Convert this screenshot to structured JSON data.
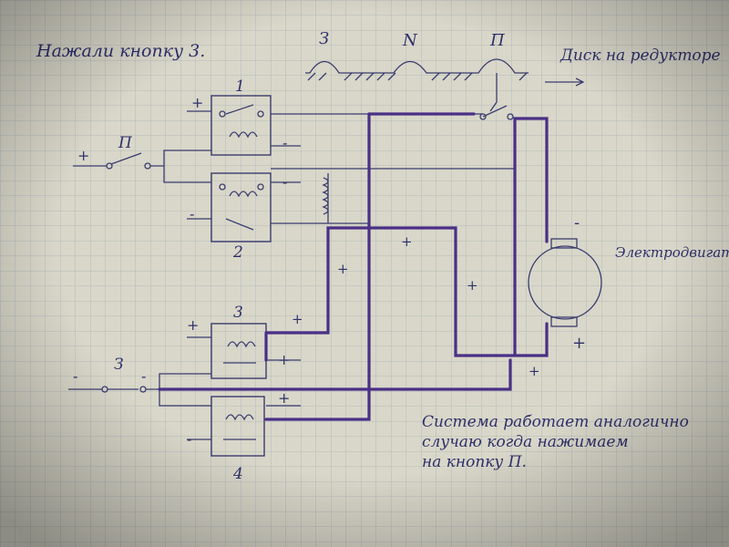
{
  "title_note": "Нажали кнопку 3.",
  "disk": {
    "labels": [
      "З",
      "N",
      "П"
    ],
    "caption": "Диск на редукторе"
  },
  "relays": [
    {
      "label": "1",
      "plus": "+",
      "minus": "-"
    },
    {
      "label": "2",
      "plus": "-",
      "minus": "-"
    },
    {
      "label": "3",
      "plus": "+",
      "minus": "+"
    },
    {
      "label": "4",
      "plus": "-",
      "minus": "+"
    }
  ],
  "button_p": {
    "label": "П",
    "sign": "+"
  },
  "button_z": {
    "label": "З",
    "sign_left": "-",
    "sign_right": "-"
  },
  "motor": {
    "label": "Электродвигатель",
    "minus": "-",
    "plus": "+"
  },
  "limit_switch_sign": "-",
  "current_marks": [
    "+",
    "+",
    "+",
    "+",
    "+"
  ],
  "note": [
    "Система работает аналогично",
    "случаю когда нажимаем",
    "на кнопку П."
  ],
  "colors": {
    "paper": "#d8d6c8",
    "ink": "#3a3c6e",
    "marker": "#4a2f86"
  }
}
